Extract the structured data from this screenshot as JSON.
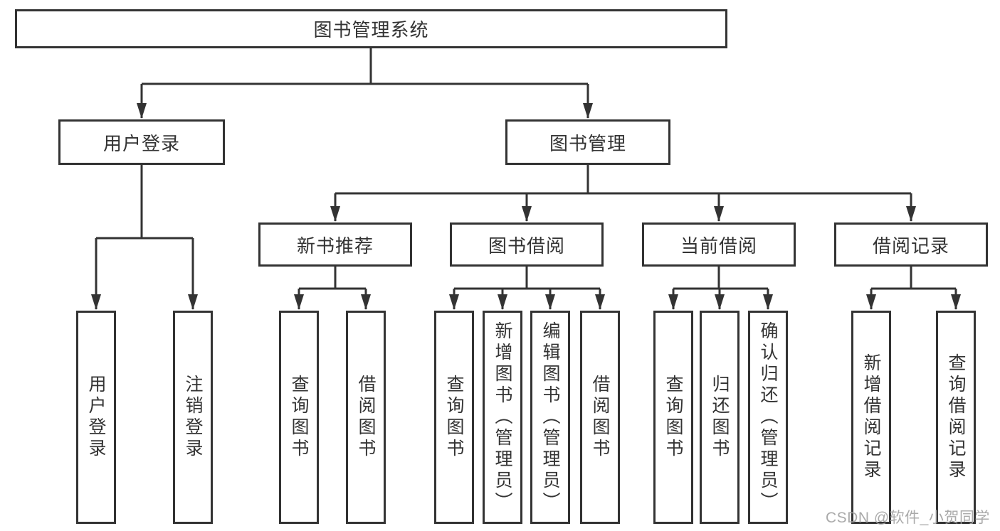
{
  "colors": {
    "background": "#ffffff",
    "line": "#333333",
    "box_border": "#333333",
    "box_fill": "#ffffff",
    "text": "#333333",
    "watermark": "#a3a3a3"
  },
  "watermark": {
    "text": "CSDN @软件_小贺同学"
  },
  "diagram": {
    "type": "tree",
    "root": {
      "label": "图书管理系统",
      "children": [
        {
          "label": "用户登录",
          "children": [
            {
              "label": "用户登录"
            },
            {
              "label": "注销登录"
            }
          ]
        },
        {
          "label": "图书管理",
          "children": [
            {
              "label": "新书推荐",
              "children": [
                {
                  "label": "查询图书"
                },
                {
                  "label": "借阅图书"
                }
              ]
            },
            {
              "label": "图书借阅",
              "children": [
                {
                  "label": "查询图书"
                },
                {
                  "label": "新增图书（管理员）"
                },
                {
                  "label": "编辑图书（管理员）"
                },
                {
                  "label": "借阅图书"
                }
              ]
            },
            {
              "label": "当前借阅",
              "children": [
                {
                  "label": "查询图书"
                },
                {
                  "label": "归还图书"
                },
                {
                  "label": "确认归还（管理员）"
                }
              ]
            },
            {
              "label": "借阅记录",
              "children": [
                {
                  "label": "新增借阅记录"
                },
                {
                  "label": "查询借阅记录"
                }
              ]
            }
          ]
        }
      ]
    }
  }
}
